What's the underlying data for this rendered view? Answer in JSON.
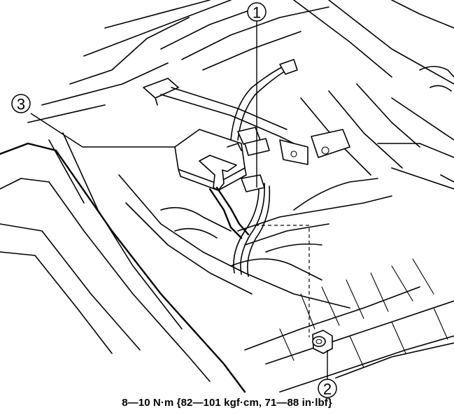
{
  "callouts": [
    {
      "number": "1"
    },
    {
      "number": "2"
    },
    {
      "number": "3"
    }
  ],
  "torque_spec": "8—10 N·m {82—101 kgf·cm, 71—88 in·lbf}"
}
